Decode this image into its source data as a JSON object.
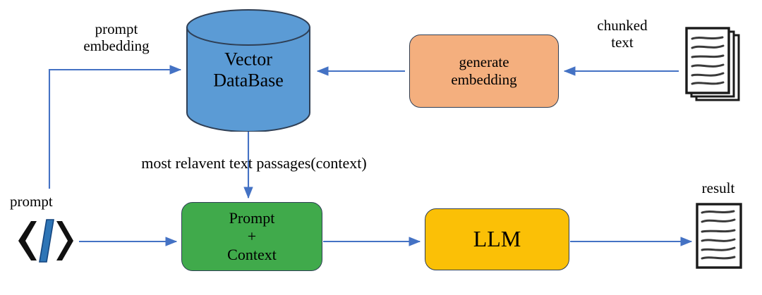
{
  "diagram": {
    "title": "RAG retrieval-augmented generation pipeline",
    "colors": {
      "database_fill": "#5B9BD5",
      "database_stroke": "#2F3F55",
      "generate_embedding_fill": "#F4AF7E",
      "prompt_context_fill": "#40AA4B",
      "llm_fill": "#FBC006",
      "arrow": "#4472C4",
      "code_slash": "#2E75B6",
      "text": "#000000",
      "background": "#FFFFFF"
    },
    "nodes": {
      "vector_database": {
        "label": "Vector\nDataBase",
        "shape": "cylinder"
      },
      "generate_embedding": {
        "label": "generate\nembedding",
        "shape": "rounded-rect"
      },
      "prompt_context": {
        "label": "Prompt\n+\nContext",
        "shape": "rounded-rect"
      },
      "llm": {
        "label": "LLM",
        "shape": "rounded-rect"
      }
    },
    "labels": {
      "prompt_embedding": "prompt\nembedding",
      "chunked_text": "chunked\ntext",
      "most_relevant_passages": "most relavent text passages(context)",
      "prompt": "prompt",
      "result": "result"
    },
    "icons": {
      "chunked_documents": "document-stack-icon",
      "result_document": "document-icon",
      "prompt_code": "code-brackets-icon"
    },
    "edges": [
      {
        "from": "prompt",
        "to": "vector_database",
        "label": "prompt embedding",
        "style": "elbow"
      },
      {
        "from": "document_stack",
        "to": "generate_embedding",
        "label": "chunked text",
        "style": "straight"
      },
      {
        "from": "generate_embedding",
        "to": "vector_database",
        "label": "",
        "style": "straight"
      },
      {
        "from": "vector_database",
        "to": "prompt_context",
        "label": "most relavent text passages(context)",
        "style": "straight"
      },
      {
        "from": "prompt",
        "to": "prompt_context",
        "label": "",
        "style": "straight"
      },
      {
        "from": "prompt_context",
        "to": "llm",
        "label": "",
        "style": "straight"
      },
      {
        "from": "llm",
        "to": "result_document",
        "label": "",
        "style": "straight"
      }
    ]
  }
}
